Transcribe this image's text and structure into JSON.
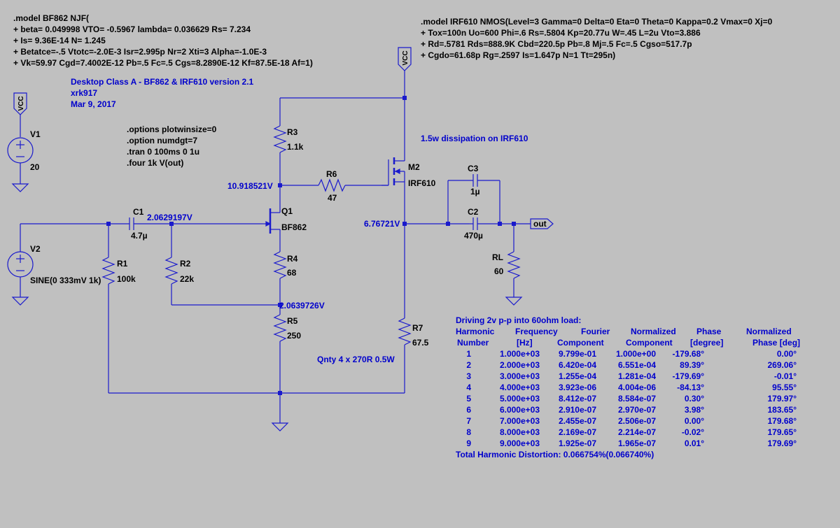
{
  "model_bf862": [
    ".model BF862 NJF(",
    "+ beta= 0.049998 VTO= -0.5967 lambda= 0.036629 Rs= 7.234",
    "+ Is= 9.36E-14 N= 1.245",
    "+ Betatce=-.5 Vtotc=-2.0E-3 Isr=2.995p Nr=2 Xti=3 Alpha=-1.0E-3",
    "+ Vk=59.97 Cgd=7.4002E-12 Pb=.5 Fc=.5 Cgs=8.2890E-12 Kf=87.5E-18 Af=1)"
  ],
  "model_irf610": [
    ".model IRF610 NMOS(Level=3 Gamma=0 Delta=0 Eta=0 Theta=0 Kappa=0.2 Vmax=0 Xj=0",
    "+ Tox=100n Uo=600 Phi=.6 Rs=.5804 Kp=20.77u W=.45 L=2u Vto=3.886",
    "+ Rd=.5781 Rds=888.9K Cbd=220.5p Pb=.8 Mj=.5 Fc=.5 Cgso=517.7p",
    "+ Cgdo=61.68p Rg=.2597 Is=1.647p N=1 Tt=295n)"
  ],
  "title_block": [
    "Desktop Class A  - BF862 & IRF610 version 2.1",
    "xrk917",
    "Mar 9, 2017"
  ],
  "directives": [
    ".options plotwinsize=0",
    ".option numdgt=7",
    ".tran 0 100ms 0 1u",
    ".four 1k V(out)"
  ],
  "vcc_label": "VCC",
  "components": {
    "v1": {
      "name": "V1",
      "value": "20"
    },
    "v2": {
      "name": "V2",
      "value": "SINE(0 333mV 1k)"
    },
    "c1": {
      "name": "C1",
      "value": "4.7µ"
    },
    "c2": {
      "name": "C2",
      "value": "470µ"
    },
    "c3": {
      "name": "C3",
      "value": "1µ"
    },
    "r1": {
      "name": "R1",
      "value": "100k"
    },
    "r2": {
      "name": "R2",
      "value": "22k"
    },
    "r3": {
      "name": "R3",
      "value": "1.1k"
    },
    "r4": {
      "name": "R4",
      "value": "68"
    },
    "r5": {
      "name": "R5",
      "value": "250"
    },
    "r6": {
      "name": "R6",
      "value": "47"
    },
    "r7": {
      "name": "R7",
      "value": "67.5"
    },
    "rl": {
      "name": "RL",
      "value": "60"
    },
    "q1": {
      "name": "Q1",
      "value": "BF862"
    },
    "m2": {
      "name": "M2",
      "value": "IRF610"
    }
  },
  "node_voltages": {
    "drain_q1": "10.918521V",
    "gate_q1": "2.0629197V",
    "source_node": "2.0639726V",
    "output_node": "6.76721V"
  },
  "notes": {
    "dissipation": "1.5w dissipation on IRF610",
    "r7_note": "Qnty 4 x 270R 0.5W"
  },
  "out_label": "out",
  "fourier": {
    "heading": "Driving 2v p-p into 60ohm load:",
    "headers_line1": [
      "Harmonic",
      "Frequency",
      "Fourier",
      "Normalized",
      "Phase",
      "Normalized"
    ],
    "headers_line2": [
      "Number",
      "[Hz]",
      "Component",
      "Component",
      "[degree]",
      "Phase [deg]"
    ],
    "rows": [
      [
        "1",
        "1.000e+03",
        "9.799e-01",
        "1.000e+00",
        "-179.68°",
        "0.00°"
      ],
      [
        "2",
        "2.000e+03",
        "6.420e-04",
        "6.551e-04",
        "89.39°",
        "269.06°"
      ],
      [
        "3",
        "3.000e+03",
        "1.255e-04",
        "1.281e-04",
        "-179.69°",
        "-0.01°"
      ],
      [
        "4",
        "4.000e+03",
        "3.923e-06",
        "4.004e-06",
        "-84.13°",
        "95.55°"
      ],
      [
        "5",
        "5.000e+03",
        "8.412e-07",
        "8.584e-07",
        "0.30°",
        "179.97°"
      ],
      [
        "6",
        "6.000e+03",
        "2.910e-07",
        "2.970e-07",
        "3.98°",
        "183.65°"
      ],
      [
        "7",
        "7.000e+03",
        "2.455e-07",
        "2.506e-07",
        "0.00°",
        "179.68°"
      ],
      [
        "8",
        "8.000e+03",
        "2.169e-07",
        "2.214e-07",
        "-0.02°",
        "179.65°"
      ],
      [
        "9",
        "9.000e+03",
        "1.925e-07",
        "1.965e-07",
        "0.01°",
        "179.69°"
      ]
    ],
    "thd": "Total Harmonic Distortion: 0.066754%(0.066740%)"
  }
}
